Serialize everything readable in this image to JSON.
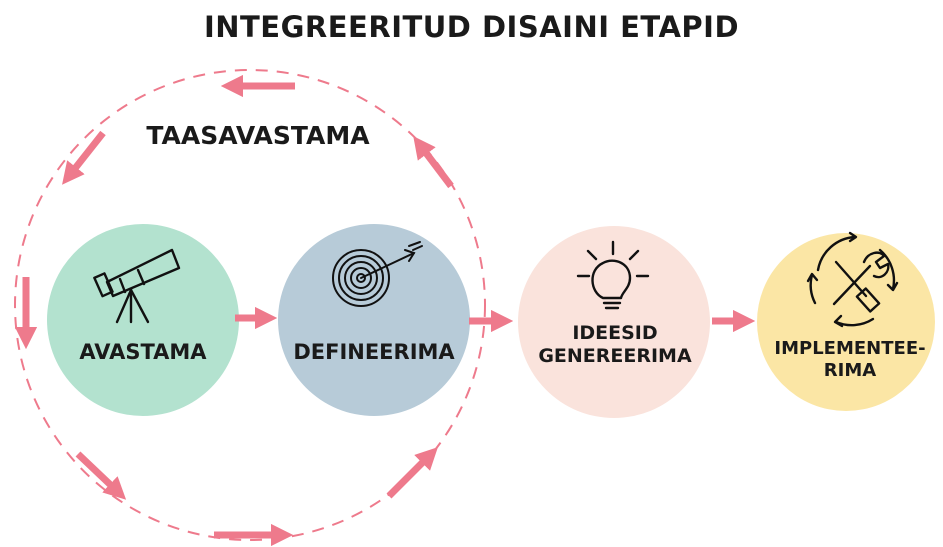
{
  "title": "INTEGREERITUD DISAINI ETAPID",
  "loop_label": "TAASAVASTAMA",
  "stages": [
    {
      "label": "AVASTAMA",
      "icon": "telescope-icon",
      "color": "#b3e2cf"
    },
    {
      "label": "DEFINEERIMA",
      "icon": "target-icon",
      "color": "#b7cbd8"
    },
    {
      "label_line1": "IDEESID",
      "label_line2": "GENEREERIMA",
      "icon": "lightbulb-icon",
      "color": "#fae3dc"
    },
    {
      "label_line1": "IMPLEMENTEE-",
      "label_line2": "RIMA",
      "icon": "tools-icon",
      "color": "#fbe6a5"
    }
  ],
  "colors": {
    "arrow": "#ee7a8c",
    "text": "#1a1a1a"
  }
}
